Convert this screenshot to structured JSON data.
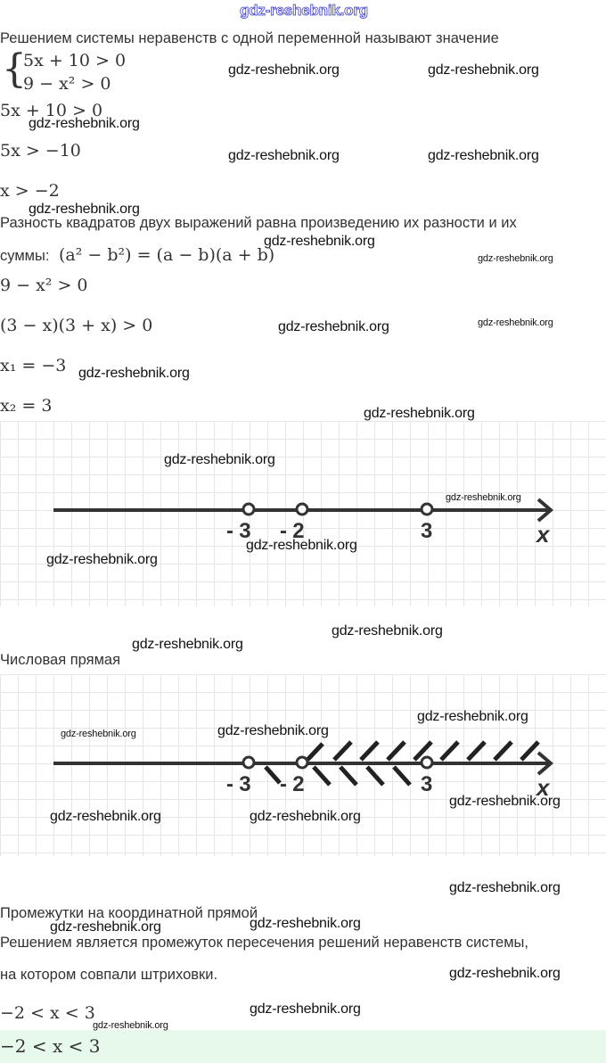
{
  "header_watermark": "gdz-reshebnik.org",
  "text": {
    "intro": "Решением системы неравенств с одной переменной называют значение",
    "sys1": "5x + 10  >  0",
    "sys2": "9 − x² > 0",
    "eq1": "5x + 10  >  0",
    "eq2": "5x  >  −10",
    "eq3": "x  >  −2",
    "diff_sq": "Разность квадратов двух выражений равна произведению их разности и их",
    "sums_label": "суммы:",
    "sums_formula": "(a² − b²) = (a − b)(a + b)",
    "eq4": "9 − x²  >  0",
    "eq5": "(3 − x)(3 + x)  >  0",
    "x1": "x₁ = −3",
    "x2": "x₂ = 3",
    "numline_caption": "Числовая прямая",
    "intervals": "Промежутки на координатной прямой",
    "solution1": "Решением является промежуток пересечения решений неравенств системы,",
    "solution2": "на котором совпали штриховки.",
    "answer1": "−2  <  x  <  3",
    "answer2": "−2  <  x  <  3"
  },
  "diagram": {
    "axis_label": "x",
    "points": [
      "- 3",
      "- 2",
      "3"
    ]
  },
  "watermarks": [
    "gdz-reshebnik.org",
    "gdz-reshebnik.org",
    "gdz-reshebnik.org",
    "gdz-reshebnik.org",
    "gdz-reshebnik.org",
    "gdz-reshebnik.org",
    "gdz-reshebnik.org",
    "gdz-reshebnik.org",
    "gdz-reshebnik.org",
    "gdz-reshebnik.org",
    "gdz-reshebnik.org",
    "gdz-reshebnik.org",
    "gdz-reshebnik.org",
    "gdz-reshebnik.org",
    "gdz-reshebnik.org",
    "gdz-reshebnik.org",
    "gdz-reshebnik.org",
    "gdz-reshebnik.org",
    "gdz-reshebnik.org",
    "gdz-reshebnik.org",
    "gdz-reshebnik.org",
    "gdz-reshebnik.org",
    "gdz-reshebnik.org",
    "gdz-reshebnik.org",
    "gdz-reshebnik.org",
    "gdz-reshebnik.org",
    "gdz-reshebnik.org",
    "gdz-reshebnik.org",
    "gdz-reshebnik.org",
    "gdz-reshebnik.org"
  ]
}
